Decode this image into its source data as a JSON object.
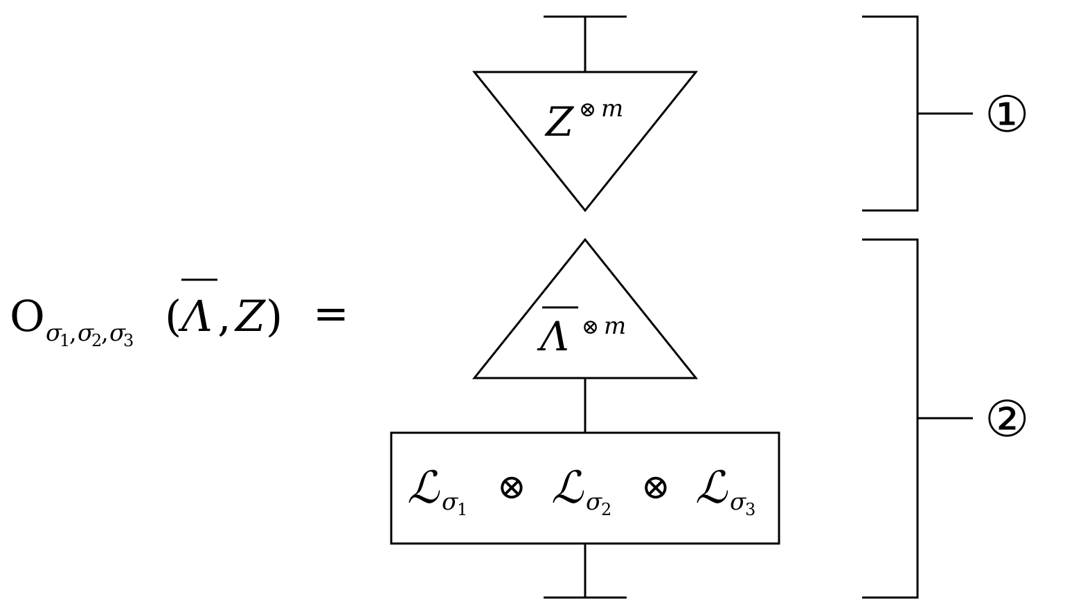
{
  "equation": {
    "lhs_symbol": "O",
    "lhs_subscript": [
      "σ",
      "1",
      ",",
      "σ",
      "2",
      ",",
      "σ",
      "3"
    ],
    "lhs_args_open": "(",
    "lhs_arg1": "Λ",
    "lhs_comma": ",",
    "lhs_arg2": "Z",
    "lhs_args_close": ")",
    "equals": "="
  },
  "top_triangle": {
    "base": "Z",
    "superscript_op": "⊗",
    "superscript_var": "m"
  },
  "bottom_triangle": {
    "base": "Λ",
    "superscript_op": "⊗",
    "superscript_var": "m"
  },
  "operator_box": {
    "terms": [
      {
        "script": "ℒ",
        "sub": "σ",
        "sub_index": "1"
      },
      {
        "script": "ℒ",
        "sub": "σ",
        "sub_index": "2"
      },
      {
        "script": "ℒ",
        "sub": "σ",
        "sub_index": "3"
      }
    ],
    "tensor_symbol": "⊗"
  },
  "brackets": [
    {
      "label": "①"
    },
    {
      "label": "②"
    }
  ]
}
